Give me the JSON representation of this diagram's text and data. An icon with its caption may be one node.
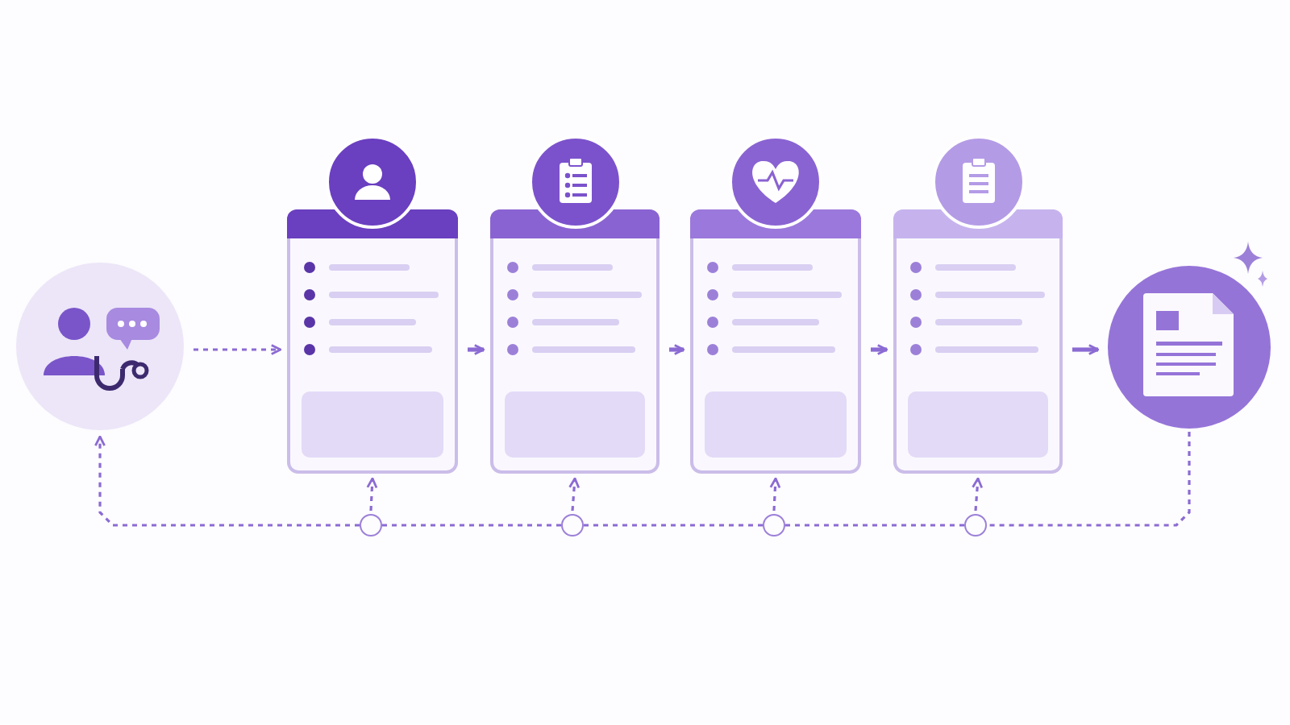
{
  "diagram": {
    "nodes": [
      {
        "text": [],
        "shape": "circle"
      },
      {
        "text": [],
        "shape": "box"
      },
      {
        "text": [],
        "shape": "box"
      },
      {
        "text": [],
        "shape": "box"
      },
      {
        "text": [],
        "shape": "box"
      },
      {
        "text": [],
        "shape": "circle"
      },
      {
        "text": [],
        "shape": "circle"
      },
      {
        "text": [],
        "shape": "circle"
      },
      {
        "text": [],
        "shape": "circle"
      },
      {
        "text": [],
        "shape": "circle"
      }
    ],
    "edges": [
      {
        "from": 0,
        "to": 1,
        "arrow": "to",
        "style": "dashed"
      },
      {
        "from": 1,
        "to": 2,
        "arrow": "to"
      },
      {
        "from": 2,
        "to": 3,
        "arrow": "to"
      },
      {
        "from": 3,
        "to": 4,
        "arrow": "to"
      },
      {
        "from": 4,
        "to": 5,
        "arrow": "to"
      },
      {
        "from": 6,
        "to": 1,
        "arrow": "to",
        "style": "dashed"
      },
      {
        "from": 7,
        "to": 2,
        "arrow": "to",
        "style": "dashed"
      },
      {
        "from": 8,
        "to": 3,
        "arrow": "to",
        "style": "dashed"
      },
      {
        "from": 9,
        "to": 4,
        "arrow": "to",
        "style": "dashed"
      },
      {
        "from": 5,
        "to": 9,
        "arrow": "none",
        "style": "dashed"
      },
      {
        "from": 9,
        "to": 8,
        "arrow": "none",
        "style": "dashed"
      },
      {
        "from": 8,
        "to": 7,
        "arrow": "none",
        "style": "dashed"
      },
      {
        "from": 7,
        "to": 6,
        "arrow": "none",
        "style": "dashed"
      },
      {
        "from": 6,
        "to": 0,
        "arrow": "to",
        "style": "dashed"
      }
    ]
  }
}
